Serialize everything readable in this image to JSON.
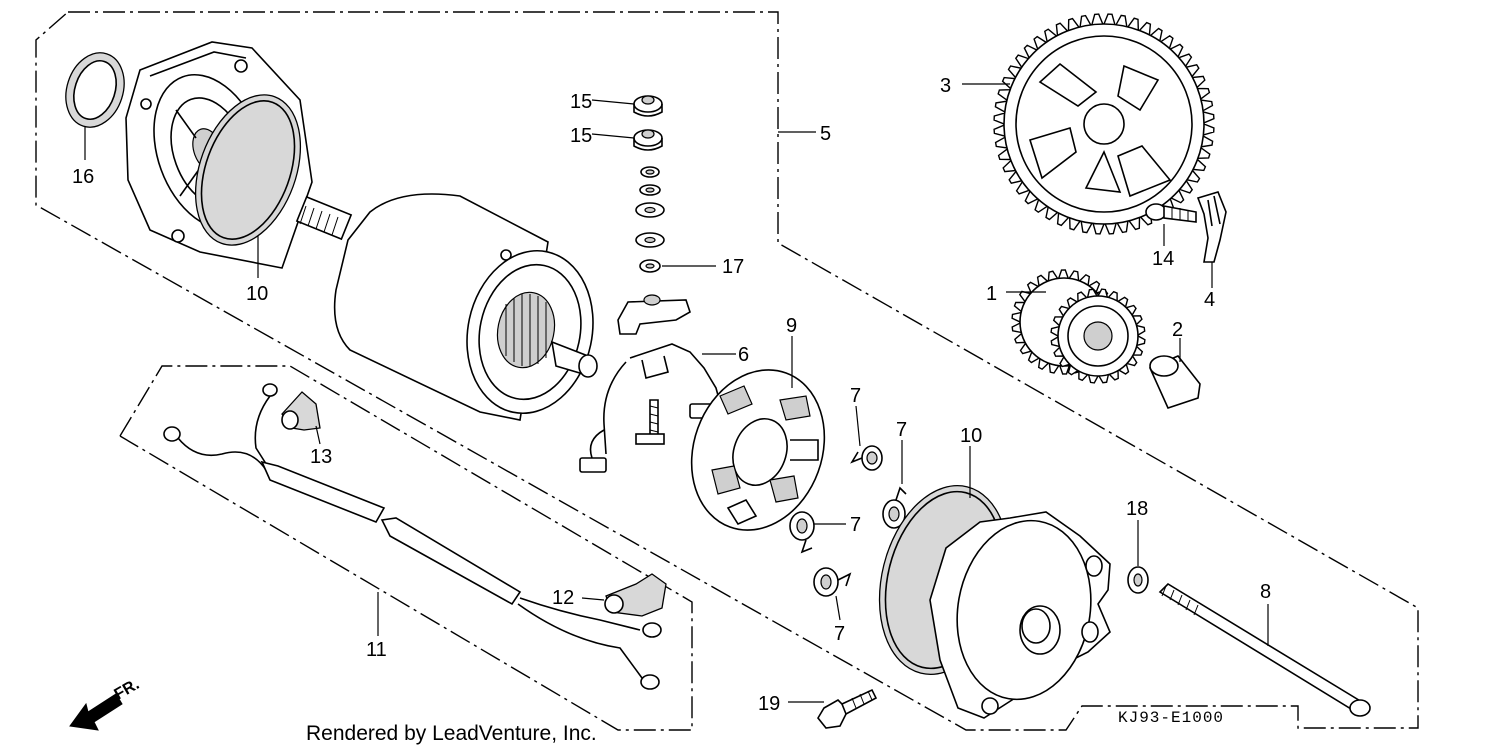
{
  "callouts": {
    "c1": "1",
    "c2": "2",
    "c3": "3",
    "c4": "4",
    "c5": "5",
    "c6": "6",
    "c7": "7",
    "c8": "8",
    "c9": "9",
    "c10": "10",
    "c11": "11",
    "c12": "12",
    "c13": "13",
    "c14": "14",
    "c15": "15",
    "c16": "16",
    "c17": "17",
    "c18": "18",
    "c19": "19"
  },
  "diagram_code": "KJ93-E1000",
  "credit": "Rendered by LeadVenture, Inc.",
  "direction_label": "FR."
}
